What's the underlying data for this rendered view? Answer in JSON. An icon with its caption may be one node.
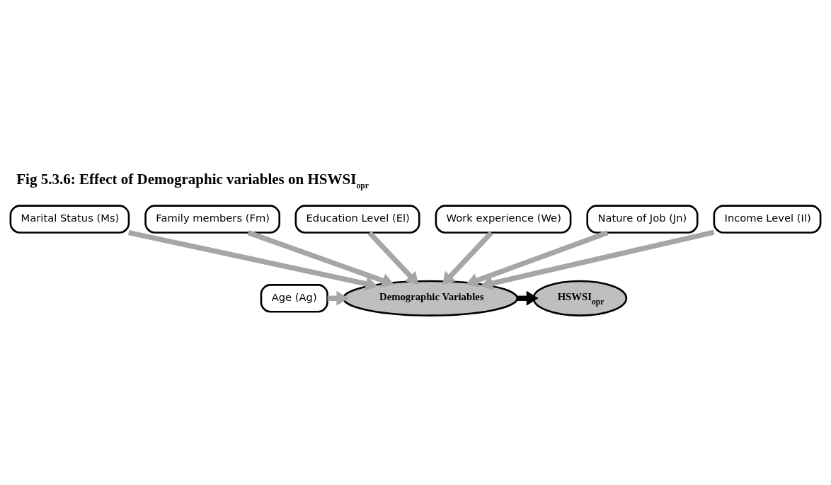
{
  "diagram": {
    "title": "Fig 5.3.6: Effect of Demographic variables on HSWSI$_{opr}$",
    "nodes": [
      {
        "text": [
          "Age (Ag)"
        ]
      },
      {
        "text": [
          "Marital Status (Ms)"
        ]
      },
      {
        "text": [
          "Family members (Fm)"
        ]
      },
      {
        "text": [
          "Education Level (El)"
        ]
      },
      {
        "text": [
          "Work experience (We)"
        ]
      },
      {
        "text": [
          "Nature of Job (Jn)"
        ]
      },
      {
        "text": [
          "Income Level (Il)"
        ]
      },
      {
        "text": [
          "Demographic Variables"
        ]
      },
      {
        "text": [
          "HSWSI$_{opr}$"
        ]
      }
    ],
    "edges": [
      {
        "from": 0,
        "to": 7,
        "arrow": "to"
      },
      {
        "from": 1,
        "to": 7,
        "arrow": "to"
      },
      {
        "from": 2,
        "to": 7,
        "arrow": "to"
      },
      {
        "from": 3,
        "to": 7,
        "arrow": "to"
      },
      {
        "from": 4,
        "to": 7,
        "arrow": "to"
      },
      {
        "from": 5,
        "to": 7,
        "arrow": "to"
      },
      {
        "from": 6,
        "to": 7,
        "arrow": "to"
      },
      {
        "from": 7,
        "to": 8,
        "arrow": "to",
        "color": "#000000"
      }
    ]
  }
}
